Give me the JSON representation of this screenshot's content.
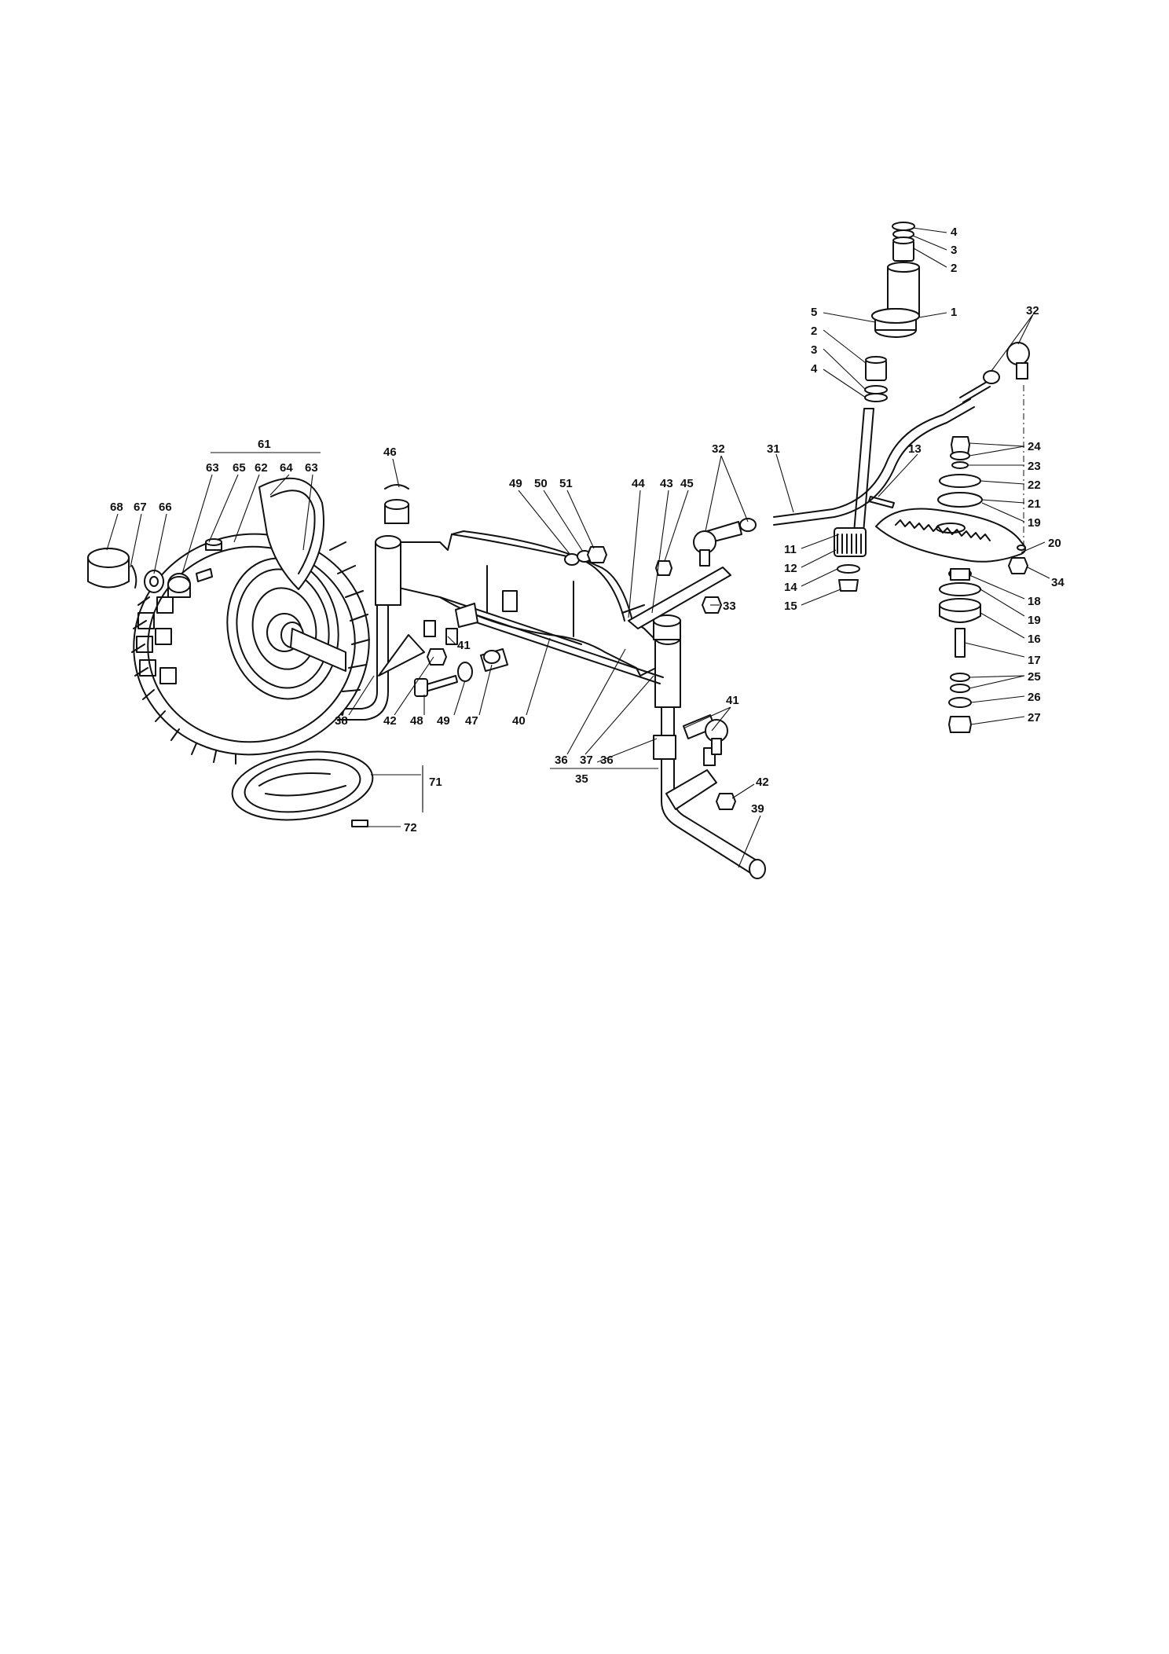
{
  "labels": [
    {
      "id": "4a",
      "text": "4"
    },
    {
      "id": "3a",
      "text": "3"
    },
    {
      "id": "2a",
      "text": "2"
    },
    {
      "id": "1",
      "text": "1"
    },
    {
      "id": "5",
      "text": "5"
    },
    {
      "id": "2b",
      "text": "2"
    },
    {
      "id": "3b",
      "text": "3"
    },
    {
      "id": "4b",
      "text": "4"
    },
    {
      "id": "32a",
      "text": "32"
    },
    {
      "id": "24",
      "text": "24"
    },
    {
      "id": "23",
      "text": "23"
    },
    {
      "id": "22",
      "text": "22"
    },
    {
      "id": "21",
      "text": "21"
    },
    {
      "id": "19a",
      "text": "19"
    },
    {
      "id": "20",
      "text": "20"
    },
    {
      "id": "34",
      "text": "34"
    },
    {
      "id": "18",
      "text": "18"
    },
    {
      "id": "19b",
      "text": "19"
    },
    {
      "id": "16",
      "text": "16"
    },
    {
      "id": "17",
      "text": "17"
    },
    {
      "id": "25",
      "text": "25"
    },
    {
      "id": "26",
      "text": "26"
    },
    {
      "id": "27",
      "text": "27"
    },
    {
      "id": "13",
      "text": "13"
    },
    {
      "id": "31",
      "text": "31"
    },
    {
      "id": "32b",
      "text": "32"
    },
    {
      "id": "11",
      "text": "11"
    },
    {
      "id": "12",
      "text": "12"
    },
    {
      "id": "14",
      "text": "14"
    },
    {
      "id": "15",
      "text": "15"
    },
    {
      "id": "33",
      "text": "33"
    },
    {
      "id": "44",
      "text": "44"
    },
    {
      "id": "43",
      "text": "43"
    },
    {
      "id": "45",
      "text": "45"
    },
    {
      "id": "49a",
      "text": "49"
    },
    {
      "id": "50",
      "text": "50"
    },
    {
      "id": "51",
      "text": "51"
    },
    {
      "id": "46",
      "text": "46"
    },
    {
      "id": "61",
      "text": "61"
    },
    {
      "id": "63a",
      "text": "63"
    },
    {
      "id": "65",
      "text": "65"
    },
    {
      "id": "62",
      "text": "62"
    },
    {
      "id": "64",
      "text": "64"
    },
    {
      "id": "63b",
      "text": "63"
    },
    {
      "id": "68",
      "text": "68"
    },
    {
      "id": "67",
      "text": "67"
    },
    {
      "id": "66",
      "text": "66"
    },
    {
      "id": "41a",
      "text": "41"
    },
    {
      "id": "38",
      "text": "38"
    },
    {
      "id": "42a",
      "text": "42"
    },
    {
      "id": "48",
      "text": "48"
    },
    {
      "id": "49b",
      "text": "49"
    },
    {
      "id": "47",
      "text": "47"
    },
    {
      "id": "40",
      "text": "40"
    },
    {
      "id": "36a",
      "text": "36"
    },
    {
      "id": "37",
      "text": "37"
    },
    {
      "id": "36b",
      "text": "36"
    },
    {
      "id": "35",
      "text": "35"
    },
    {
      "id": "41b",
      "text": "41"
    },
    {
      "id": "42b",
      "text": "42"
    },
    {
      "id": "39",
      "text": "39"
    },
    {
      "id": "71",
      "text": "71"
    },
    {
      "id": "72",
      "text": "72"
    }
  ]
}
